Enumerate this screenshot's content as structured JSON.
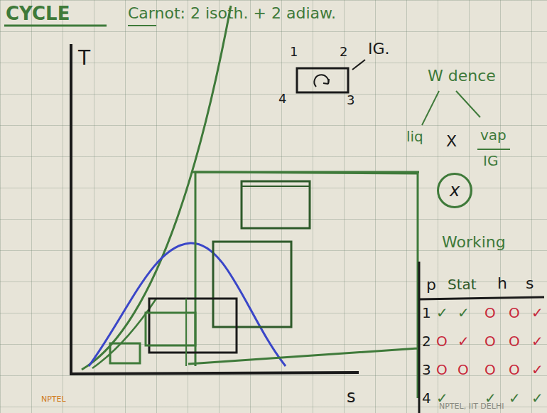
{
  "diagram": {
    "title": "CYCLE",
    "nodes": [
      {
        "text": [
          "x"
        ]
      }
    ],
    "labels": [
      "Carnot: 2 isoth. + 2 adiaw.",
      "T",
      "1",
      "2",
      "IG.",
      "4",
      "3",
      "W dence",
      "liq",
      "X",
      "vap",
      "IG",
      "Working",
      "p",
      "Stat",
      "h",
      "s",
      "1",
      "2",
      "3",
      "4",
      "✓",
      "✓",
      "O",
      "O",
      "✓",
      "O",
      "✓",
      "O",
      "O",
      "✓",
      "O",
      "O",
      "O",
      "O",
      "✓",
      "✓",
      "✓",
      "✓",
      "✓",
      "s",
      "NPTEL",
      "NPTEL, IIT DELHI"
    ]
  }
}
